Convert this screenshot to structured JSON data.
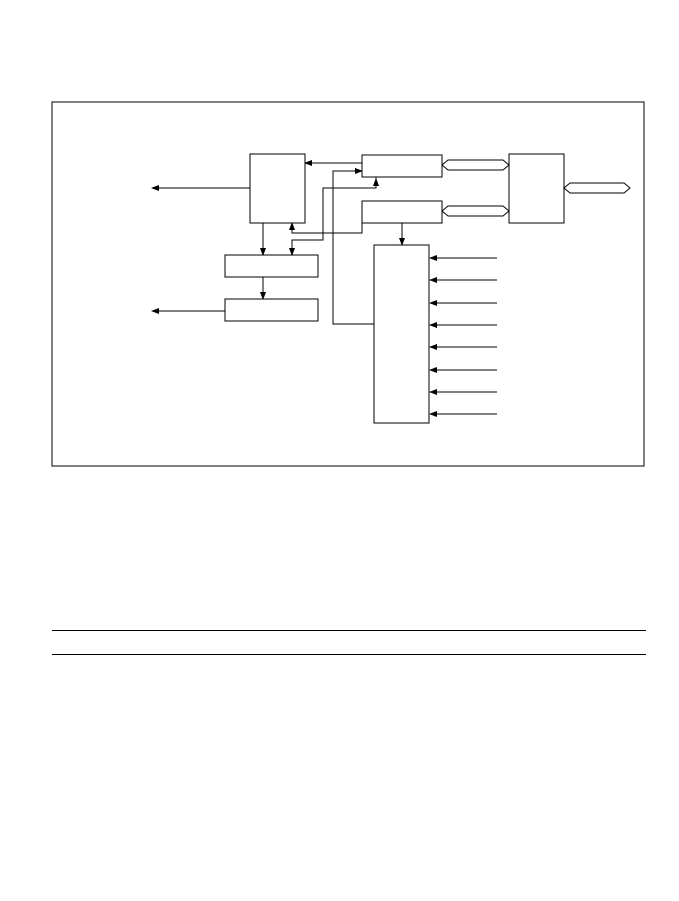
{
  "page": {
    "background_color": "#ffffff",
    "line_color": "#000000"
  },
  "diagram": {
    "blocks": [
      {
        "id": "block-upper-left",
        "label": ""
      },
      {
        "id": "block-upper-middle",
        "label": ""
      },
      {
        "id": "block-middle",
        "label": ""
      },
      {
        "id": "block-right",
        "label": ""
      },
      {
        "id": "block-lower-left-1",
        "label": ""
      },
      {
        "id": "block-lower-left-2",
        "label": ""
      },
      {
        "id": "block-tall-input",
        "label": ""
      }
    ],
    "input_line_count": 8,
    "bus_count": 3
  },
  "table": {
    "rule_count": 2
  }
}
